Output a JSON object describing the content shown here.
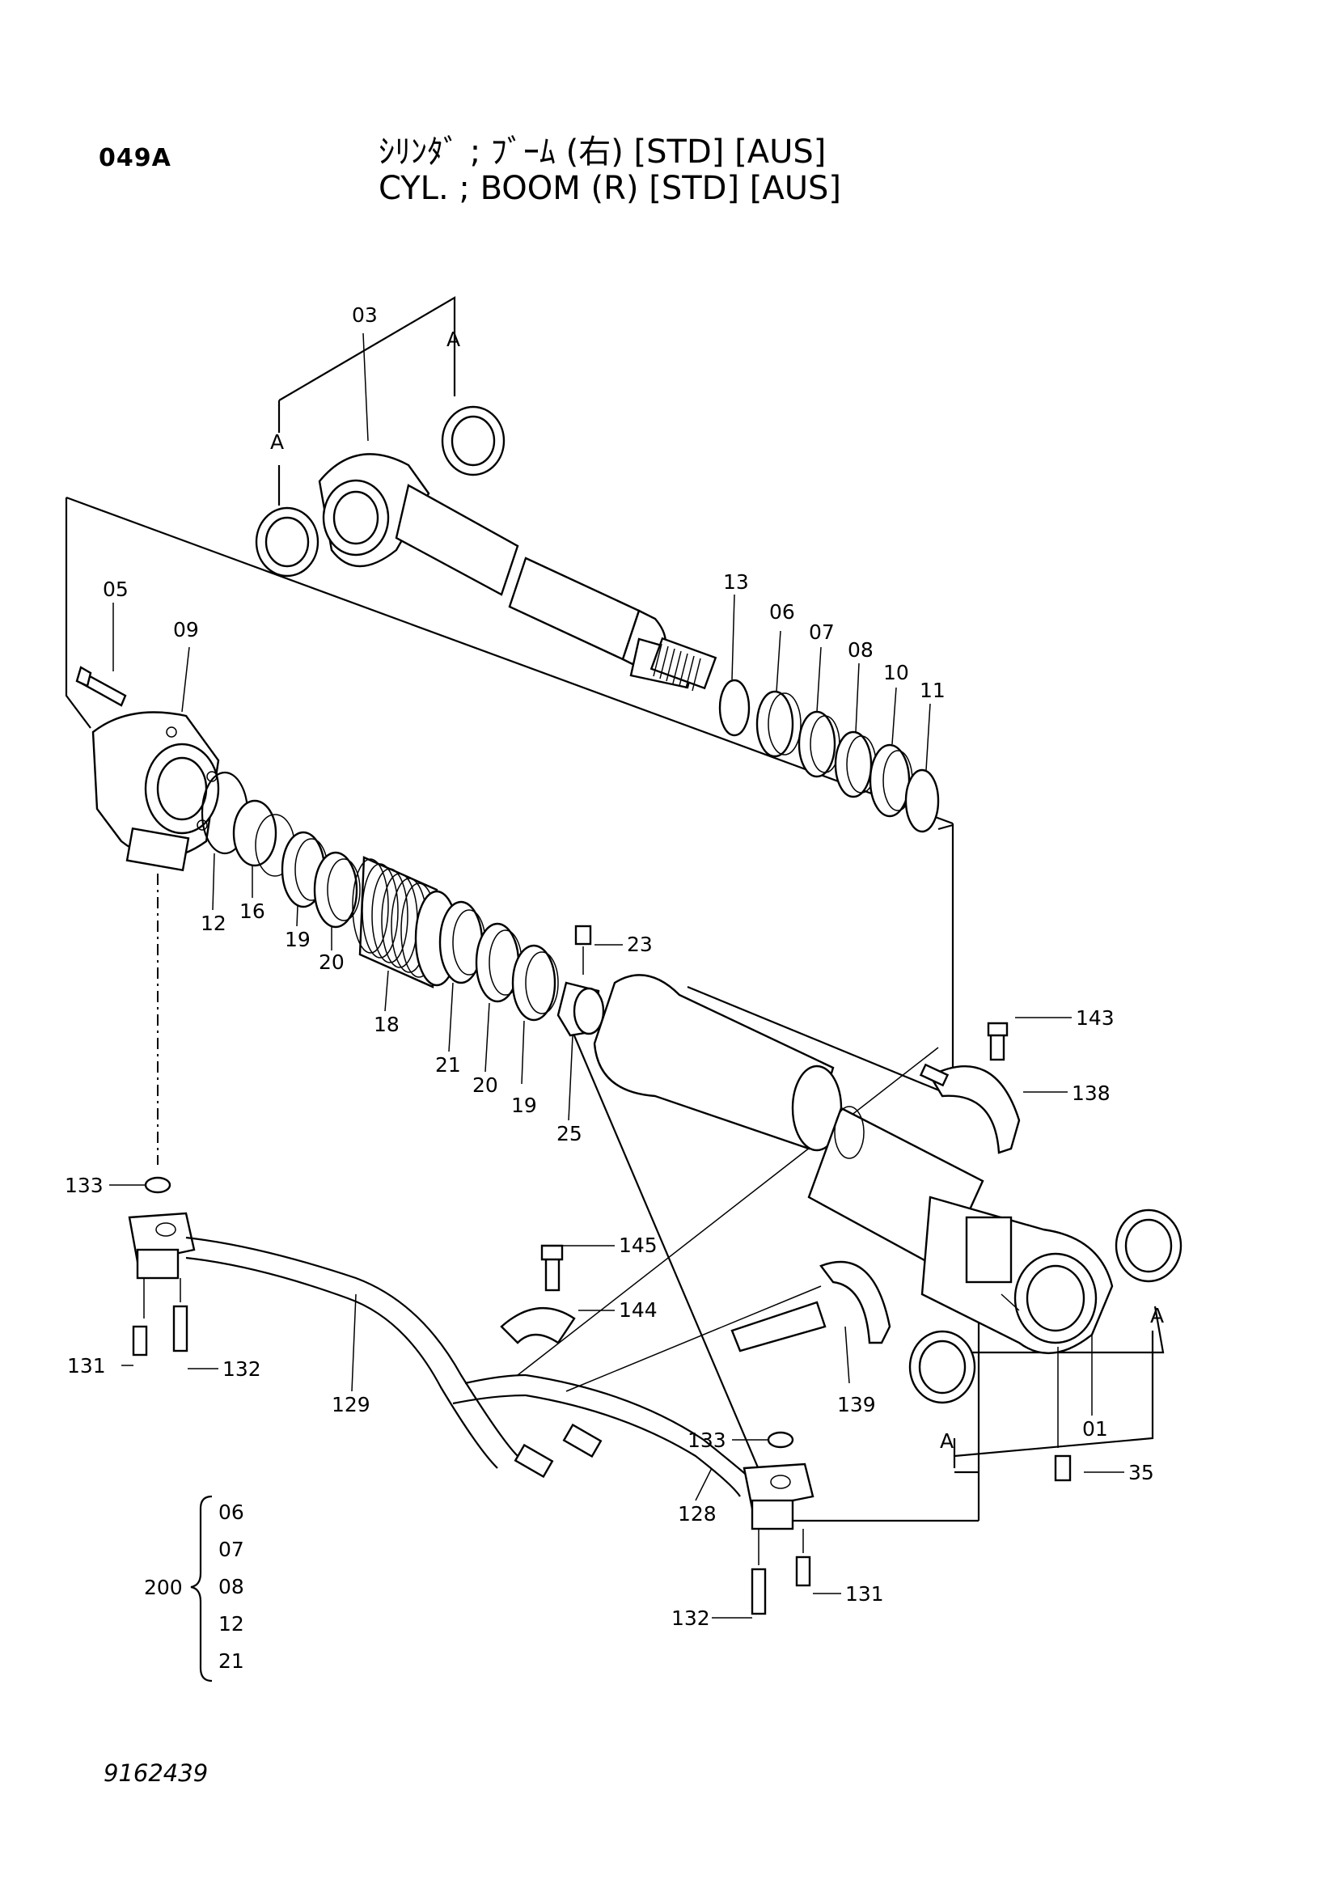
{
  "header": {
    "page_code": "049A",
    "title_jp": "ｼﾘﾝﾀﾞ ; ﾌﾞｰﾑ (右) [STD] [AUS]",
    "title_en": "CYL. ; BOOM (R) [STD] [AUS]"
  },
  "callouts": {
    "p01": "01",
    "p03": "03",
    "p05": "05",
    "p06": "06",
    "p07": "07",
    "p08": "08",
    "p09": "09",
    "p10": "10",
    "p11": "11",
    "p12": "12",
    "p13": "13",
    "p16": "16",
    "p18": "18",
    "p19a": "19",
    "p19b": "19",
    "p20a": "20",
    "p20b": "20",
    "p21": "21",
    "p23": "23",
    "p25": "25",
    "p35": "35",
    "p128": "128",
    "p129": "129",
    "p131a": "131",
    "p131b": "131",
    "p132a": "132",
    "p132b": "132",
    "p133a": "133",
    "p133b": "133",
    "p138": "138",
    "p139": "139",
    "p143": "143",
    "p144": "144",
    "p145": "145",
    "a1": "A",
    "a2": "A",
    "a3": "A",
    "a4": "A"
  },
  "kit": {
    "number": "200",
    "items": [
      "06",
      "07",
      "08",
      "12",
      "21"
    ]
  },
  "footer": {
    "drawing_number": "9162439"
  }
}
